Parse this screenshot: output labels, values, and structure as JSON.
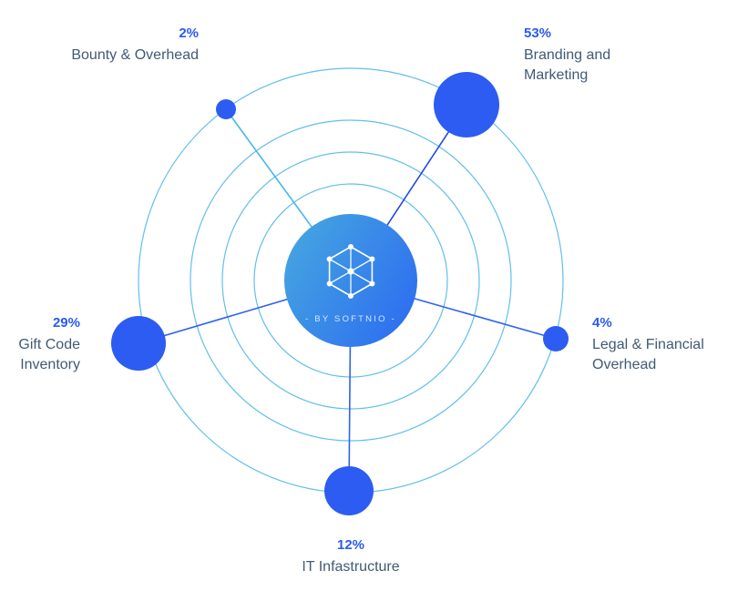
{
  "center": {
    "brand": "- BY SOFTNIO -"
  },
  "colors": {
    "percent_text": "#2b5af3",
    "label_text": "#415a74",
    "orbit_stroke": "#46b4e6",
    "node_fill": "#2c5cf2",
    "spoke_blue": "#2f62f1",
    "spoke_cyan": "#45b8e9",
    "spoke_navy": "#2747e0",
    "center_gradient_start": "#47aadf",
    "center_gradient_end": "#2f72ef"
  },
  "nodes": [
    {
      "id": "bounty-overhead",
      "percent": "2%",
      "value": 2,
      "label": "Bounty & Overhead"
    },
    {
      "id": "branding-marketing",
      "percent": "53%",
      "value": 53,
      "label": "Branding and Marketing"
    },
    {
      "id": "legal-financial",
      "percent": "4%",
      "value": 4,
      "label": "Legal & Financial Overhead"
    },
    {
      "id": "it-infrastructure",
      "percent": "12%",
      "value": 12,
      "label": "IT Infastructure"
    },
    {
      "id": "gift-code-inventory",
      "percent": "29%",
      "value": 29,
      "label": "Gift Code Inventory"
    }
  ],
  "chart_data": {
    "type": "pie",
    "title": "",
    "labels": [
      "Bounty & Overhead",
      "Branding and Marketing",
      "Legal & Financial Overhead",
      "IT Infastructure",
      "Gift Code Inventory"
    ],
    "values": [
      2,
      53,
      4,
      12,
      29
    ],
    "unit": "%",
    "annotations": [
      "- BY SOFTNIO -"
    ],
    "legend_position": "radial-labels"
  }
}
